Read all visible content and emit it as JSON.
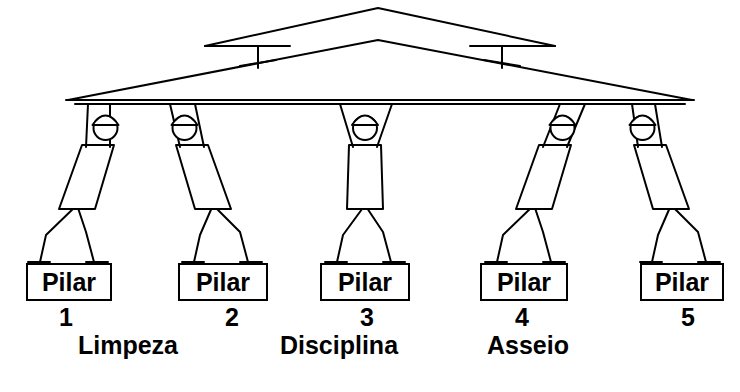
{
  "diagram": {
    "nodes": [
      {
        "text": [
          "Pilar"
        ]
      },
      {
        "text": [
          "Pilar"
        ]
      },
      {
        "text": [
          "Pilar"
        ]
      },
      {
        "text": [
          "Pilar"
        ]
      },
      {
        "text": [
          "Pilar"
        ]
      }
    ],
    "labels": [
      "1",
      "2",
      "3",
      "4",
      "5",
      "Limpeza",
      "Disciplina",
      "Asseio"
    ]
  }
}
